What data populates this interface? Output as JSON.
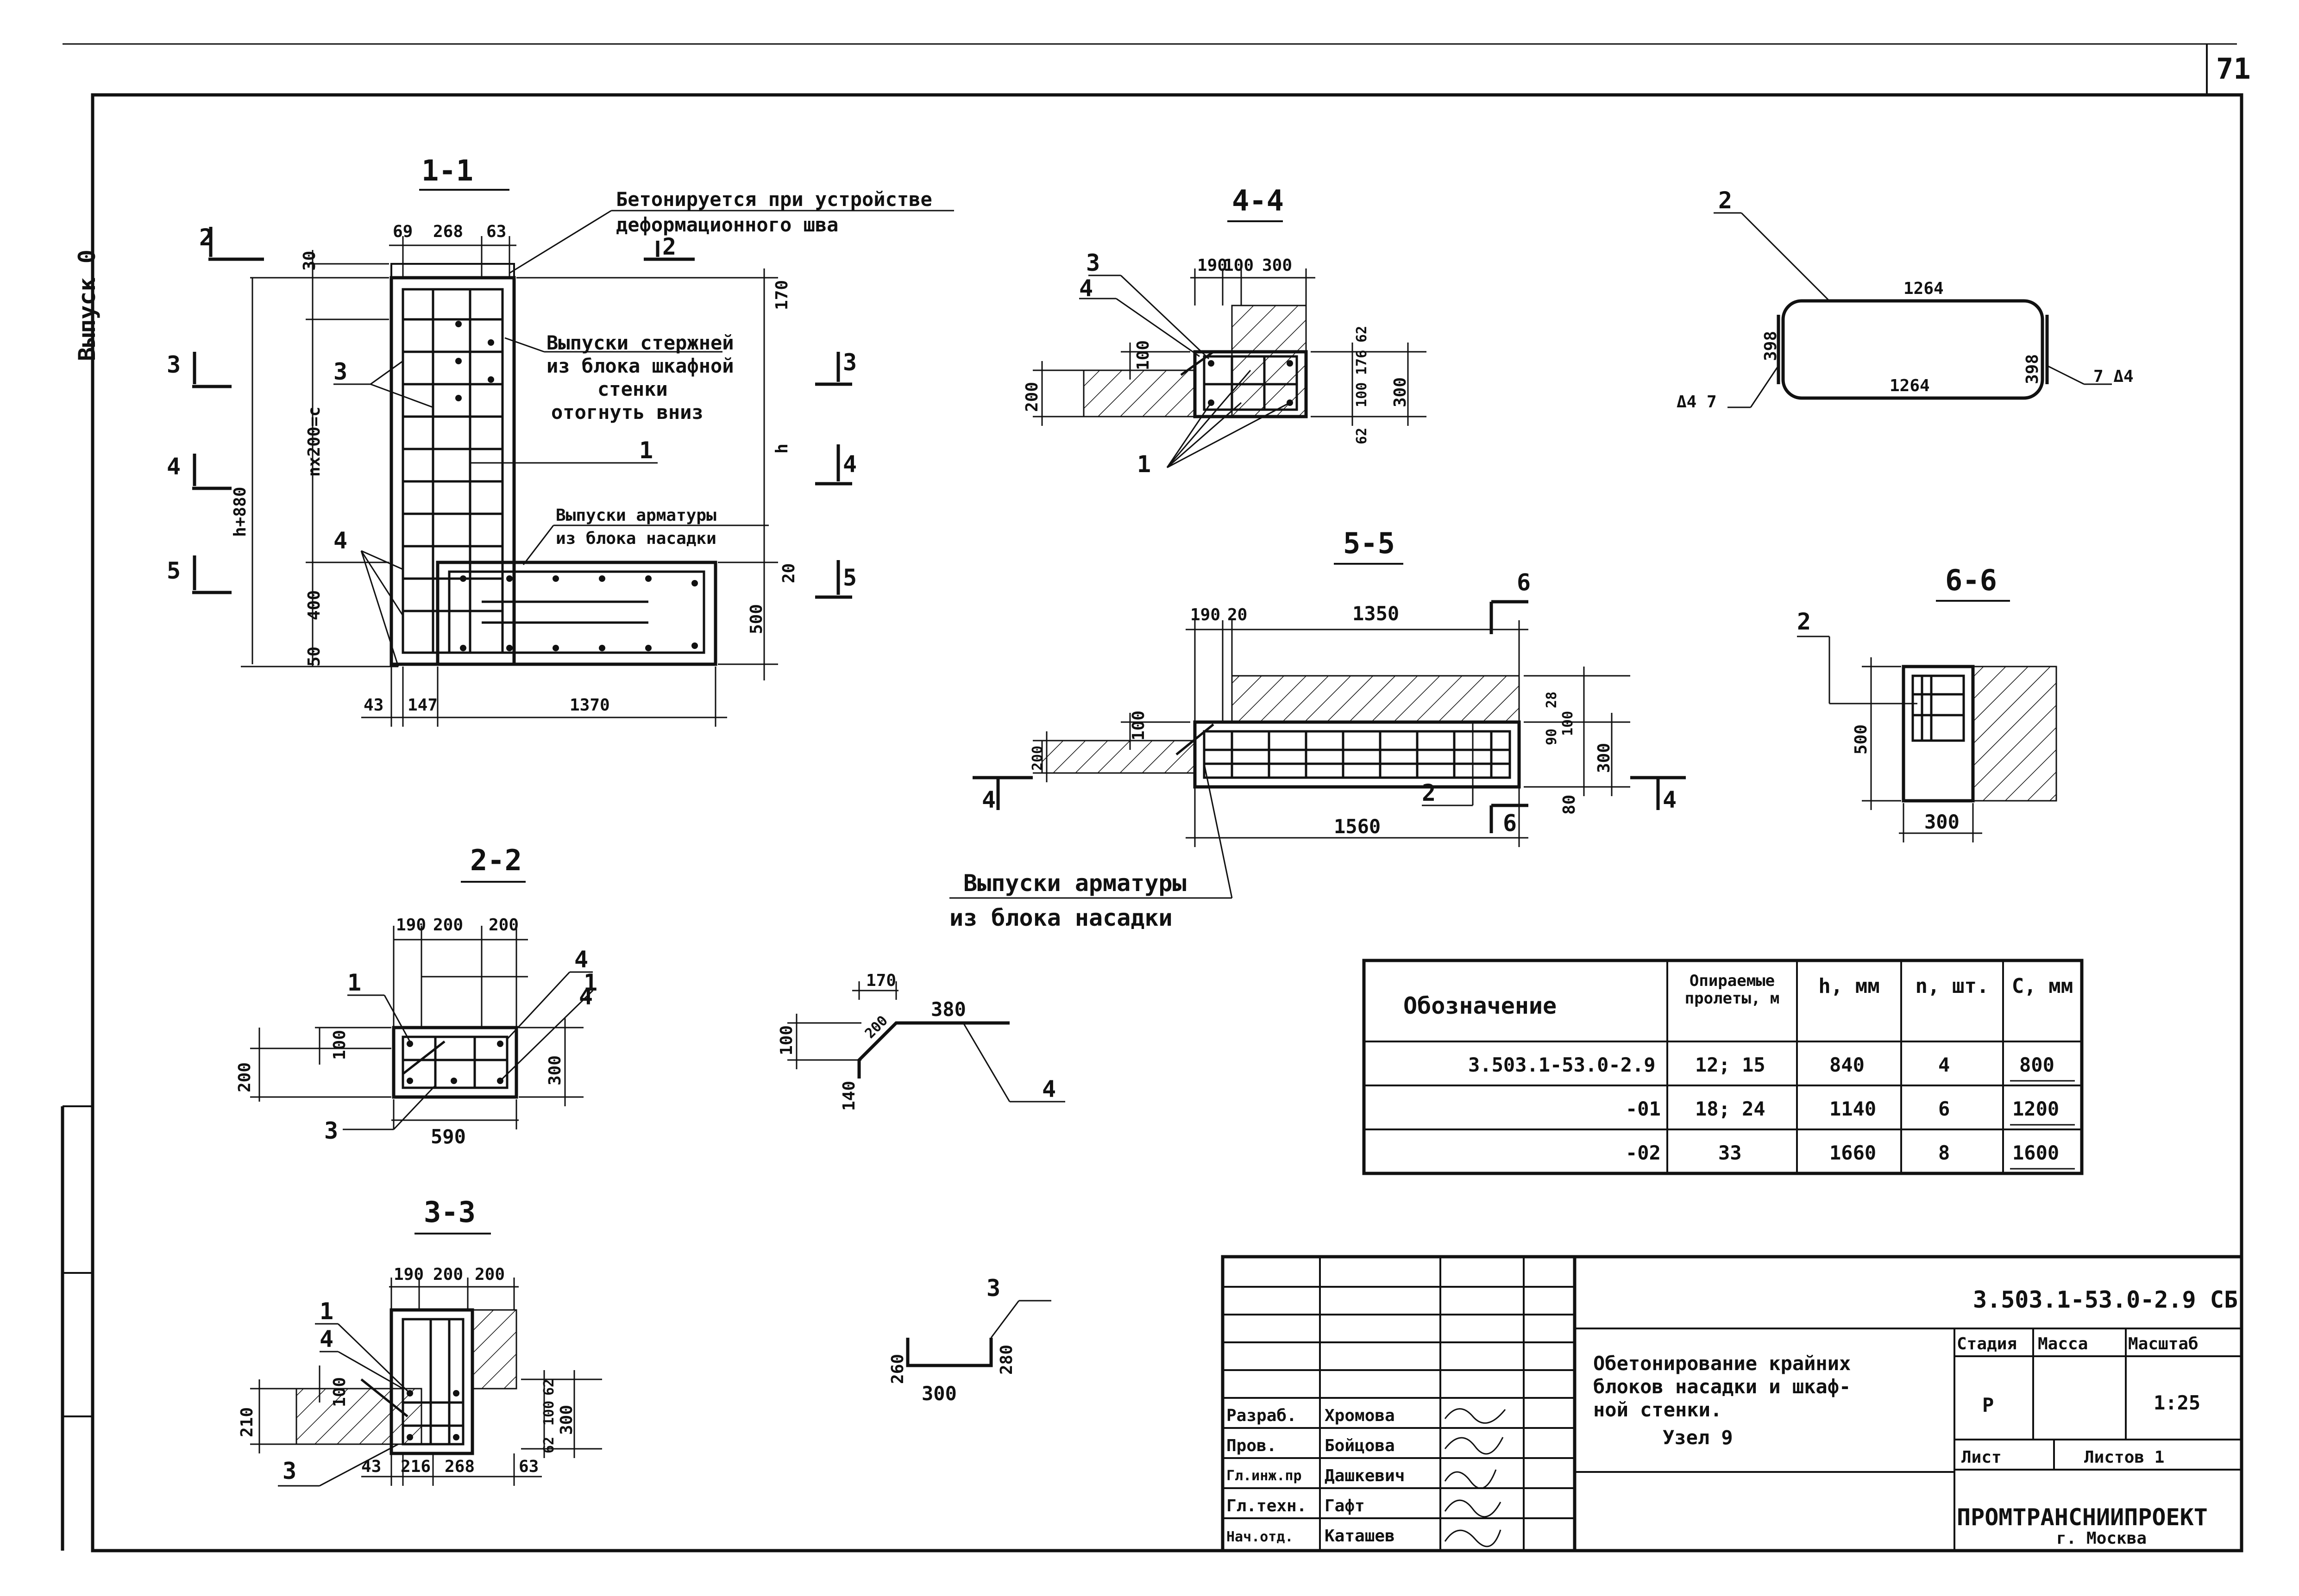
{
  "page_number": "71",
  "issue_label": "Выпуск 0",
  "sections": {
    "s11": {
      "title": "1-1",
      "note_concrete": [
        "Бетонируется при устройстве",
        "деформационного шва"
      ],
      "note_bars": [
        "Выпуски стержней",
        "из блока шкафной",
        "стенки",
        "отогнуть вниз"
      ],
      "note_rebar": [
        "Выпуски арматуры",
        "из блока насадки"
      ],
      "dims": {
        "top1": "69",
        "top2": "268",
        "top3": "63",
        "d30": "30",
        "d170": "170",
        "nx": "nx200=c",
        "h880": "h+880",
        "d400": "400",
        "d50": "50",
        "d500": "500",
        "d20": "20",
        "b43": "43",
        "b147": "147",
        "b1370": "1370",
        "h": "h"
      },
      "cut_marks": [
        "2",
        "3",
        "4",
        "5",
        "2",
        "3",
        "4",
        "5"
      ],
      "leaders": [
        "3",
        "1",
        "4"
      ]
    },
    "s22": {
      "title": "2-2",
      "dims": {
        "a": "190",
        "b": "200",
        "c": "200",
        "d100": "100",
        "d200": "200",
        "d300": "300",
        "w": "590"
      },
      "leaders": [
        "1",
        "4",
        "4",
        "1",
        "3"
      ]
    },
    "s33": {
      "title": "3-3",
      "dims": {
        "a": "190",
        "b": "200",
        "c": "200",
        "d100": "100",
        "d210": "210",
        "d62a": "62",
        "d100b": "100",
        "d62b": "62",
        "d300": "300",
        "b43": "43",
        "b216": "216",
        "b268": "268",
        "b63": "63"
      },
      "leaders": [
        "1",
        "4",
        "3"
      ]
    },
    "s44": {
      "title": "4-4",
      "dims": {
        "a": "190",
        "b": "100",
        "c": "300",
        "d200": "200",
        "d100": "100",
        "d62a": "62",
        "d176": "176",
        "d100b": "100",
        "d62b": "62",
        "d300": "300"
      },
      "leaders": [
        "3",
        "4",
        "1"
      ]
    },
    "s55": {
      "title": "5-5",
      "dims": {
        "a": "190",
        "b": "20",
        "c": "1350",
        "d200": "200",
        "d100": "100",
        "d28": "28",
        "d90": "90",
        "d100b": "100",
        "d300": "300",
        "d80": "80",
        "w": "1560"
      },
      "cut_marks": [
        "6",
        "6",
        "4",
        "4"
      ],
      "leaders": [
        "2"
      ],
      "note_rebar": [
        "Выпуски арматуры",
        "из блока насадки"
      ]
    },
    "s66": {
      "title": "6-6",
      "dims": {
        "h": "500",
        "w": "300"
      },
      "leaders": [
        "2"
      ]
    },
    "item2": {
      "len_top": "1264",
      "len_bot": "1264",
      "side_l": "398",
      "side_r": "398",
      "weld_l": "Δ4 7",
      "weld_r": "7 Δ4",
      "label": "2"
    },
    "item3": {
      "label": "3",
      "h_l": "260",
      "h_r": "280",
      "w": "300"
    },
    "item4": {
      "label": "4",
      "a": "170",
      "b": "200",
      "c": "380",
      "d100": "100",
      "d140": "140"
    }
  },
  "table": {
    "headers": [
      "Обозначение",
      "Опираемые пролеты, м",
      "h, мм",
      "n, шт.",
      "C, мм"
    ],
    "rows": [
      [
        "3.503.1-53.0-2.9",
        "12; 15",
        "840",
        "4",
        "800"
      ],
      [
        "-01",
        "18; 24",
        "1140",
        "6",
        "1200"
      ],
      [
        "-02",
        "33",
        "1660",
        "8",
        "1600"
      ]
    ]
  },
  "title_block": {
    "code": "3.503.1-53.0-2.9 СБ",
    "title": [
      "Обетонирование крайних",
      "блоков насадки и шкаф-",
      "ной стенки.",
      "Узел 9"
    ],
    "stage_label": "Стадия",
    "mass_label": "Масса",
    "scale_label": "Масштаб",
    "stage": "Р",
    "scale": "1:25",
    "sheet_label": "Лист",
    "sheets_label": "Листов 1",
    "org": "ПРОМТРАНСНИИПРОЕКТ",
    "city": "г. Москва",
    "people": [
      {
        "role": "Разраб.",
        "name": "Хромова"
      },
      {
        "role": "Пров.",
        "name": "Бойцова"
      },
      {
        "role": "Гл.инж.пр",
        "name": "Дашкевич"
      },
      {
        "role": "Гл.техн.",
        "name": "Гафт"
      },
      {
        "role": "Нач.отд.",
        "name": "Каташев"
      }
    ]
  }
}
